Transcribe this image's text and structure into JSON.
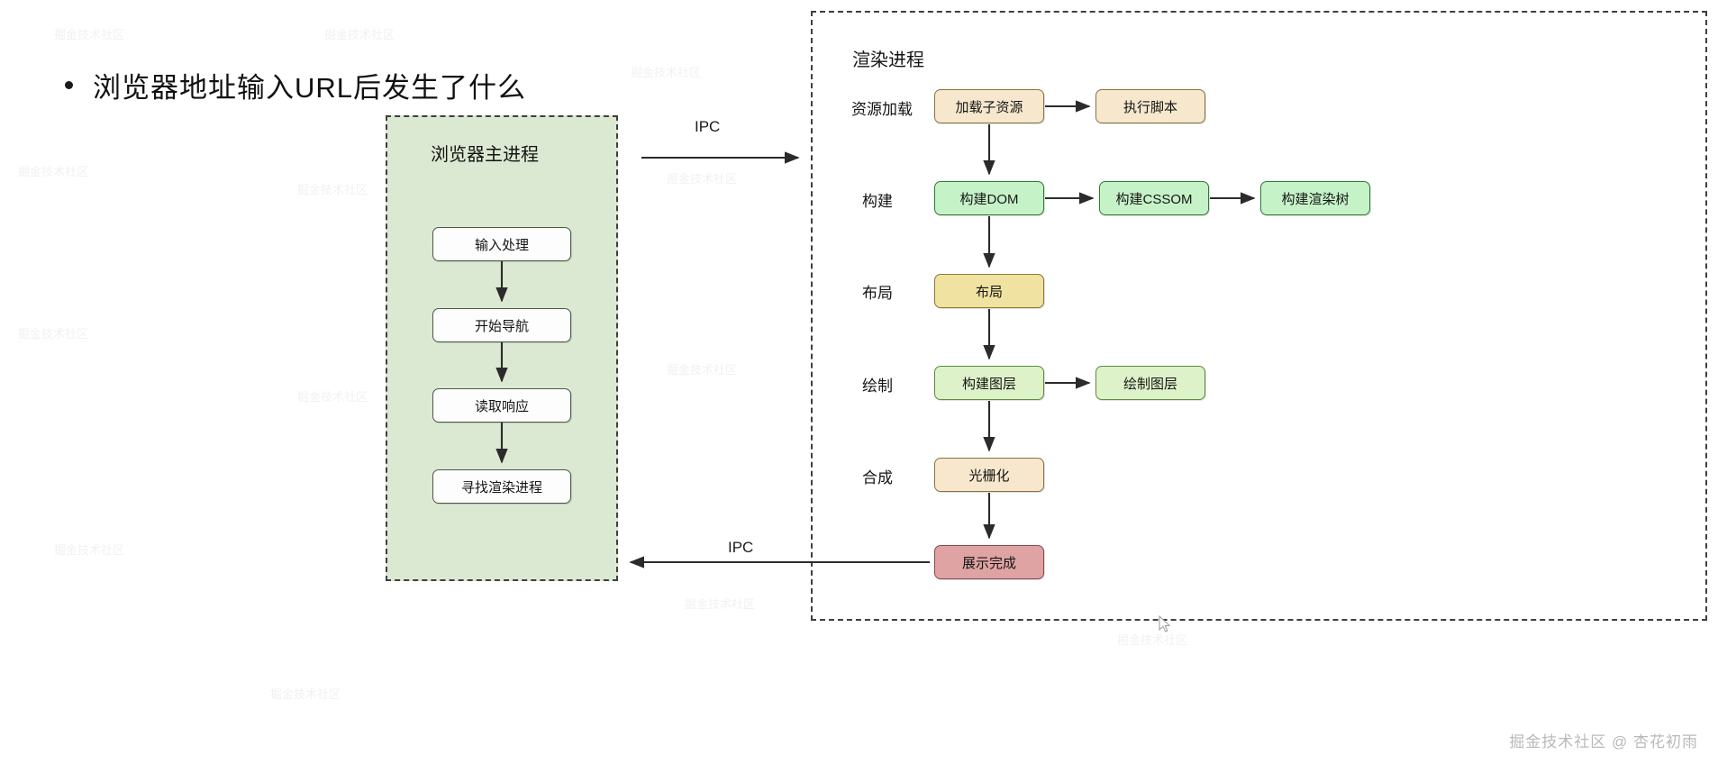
{
  "slide": {
    "heading": "浏览器地址输入URL后发生了什么",
    "bullet_icon": "bullet-dot-icon"
  },
  "browser_process": {
    "title": "浏览器主进程",
    "fill_color": "#dce9d2",
    "steps": [
      {
        "label": "输入处理"
      },
      {
        "label": "开始导航"
      },
      {
        "label": "读取响应"
      },
      {
        "label": "寻找渲染进程"
      }
    ]
  },
  "renderer_process": {
    "title": "渲染进程",
    "rows": [
      {
        "stage": "资源加载",
        "nodes": [
          {
            "label": "加载子资源",
            "color": "#f6e7cd"
          },
          {
            "label": "执行脚本",
            "color": "#f6e7cd"
          }
        ]
      },
      {
        "stage": "构建",
        "nodes": [
          {
            "label": "构建DOM",
            "color": "#c6f2c8"
          },
          {
            "label": "构建CSSOM",
            "color": "#c6f2c8"
          },
          {
            "label": "构建渲染树",
            "color": "#c6f2c8"
          }
        ]
      },
      {
        "stage": "布局",
        "nodes": [
          {
            "label": "布局",
            "color": "#f0e2a0"
          }
        ]
      },
      {
        "stage": "绘制",
        "nodes": [
          {
            "label": "构建图层",
            "color": "#ddf2c8"
          },
          {
            "label": "绘制图层",
            "color": "#ddf2c8"
          }
        ]
      },
      {
        "stage": "合成",
        "nodes": [
          {
            "label": "光栅化",
            "color": "#f6e7cd"
          }
        ]
      }
    ],
    "final_node": {
      "label": "展示完成",
      "color": "#dfa3a3"
    }
  },
  "connectors": {
    "ipc_top_label": "IPC",
    "ipc_bottom_label": "IPC"
  },
  "watermark": {
    "text": "掘金技术社区 @ 杏花初雨",
    "tile_text": "掘金技术社区"
  }
}
